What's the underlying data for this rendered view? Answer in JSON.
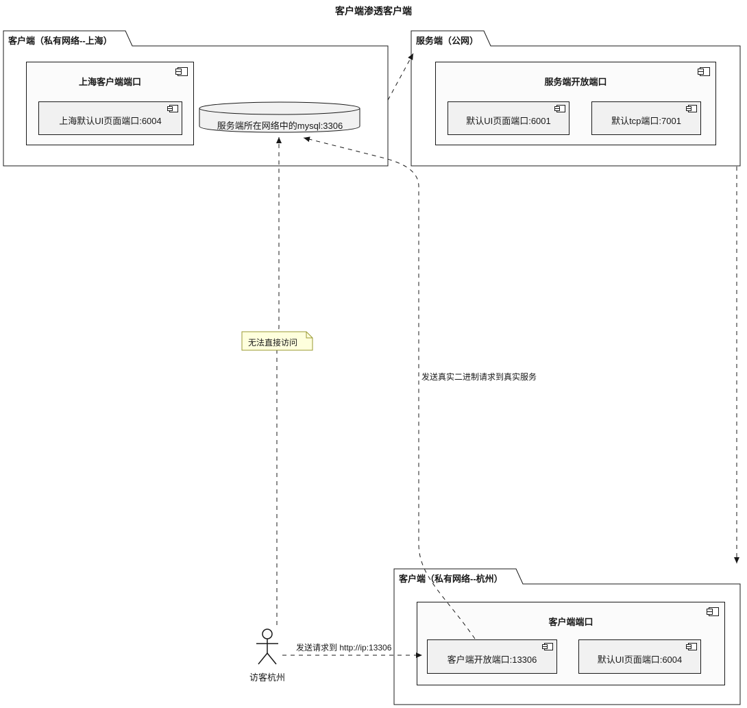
{
  "diagram": {
    "title": "客户端渗透客户端"
  },
  "packages": {
    "shanghai": {
      "label": "客户端（私有网络--上海）",
      "component": {
        "title": "上海客户端端口",
        "ports": [
          {
            "label": "上海默认UI页面端口:6004"
          }
        ]
      },
      "database": {
        "label": "服务端所在网络中的mysql:3306"
      }
    },
    "server_public": {
      "label": "服务端（公网）",
      "component": {
        "title": "服务端开放端口",
        "ports": [
          {
            "label": "默认UI页面端口:6001"
          },
          {
            "label": "默认tcp端口:7001"
          }
        ]
      }
    },
    "hangzhou": {
      "label": "客户端（私有网络--杭州）",
      "component": {
        "title": "客户端端口",
        "ports": [
          {
            "label": "客户端开放端口:13306"
          },
          {
            "label": "默认UI页面端口:6004"
          }
        ]
      }
    }
  },
  "actor": {
    "label": "访客杭州"
  },
  "note": {
    "text": "无法直接访问"
  },
  "edge_labels": {
    "binary_request": "发送真实二进制请求到真实服务",
    "http_request": "发送请求到 http://ip:13306"
  },
  "colors": {
    "line": "#181818",
    "package-fill": "#FFFFFF",
    "component-fill": "#FBFBFB",
    "port-fill": "#F1F1F1",
    "note-fill": "#FEFFDD",
    "note-border": "#999933",
    "background": "#FFFFFF"
  }
}
